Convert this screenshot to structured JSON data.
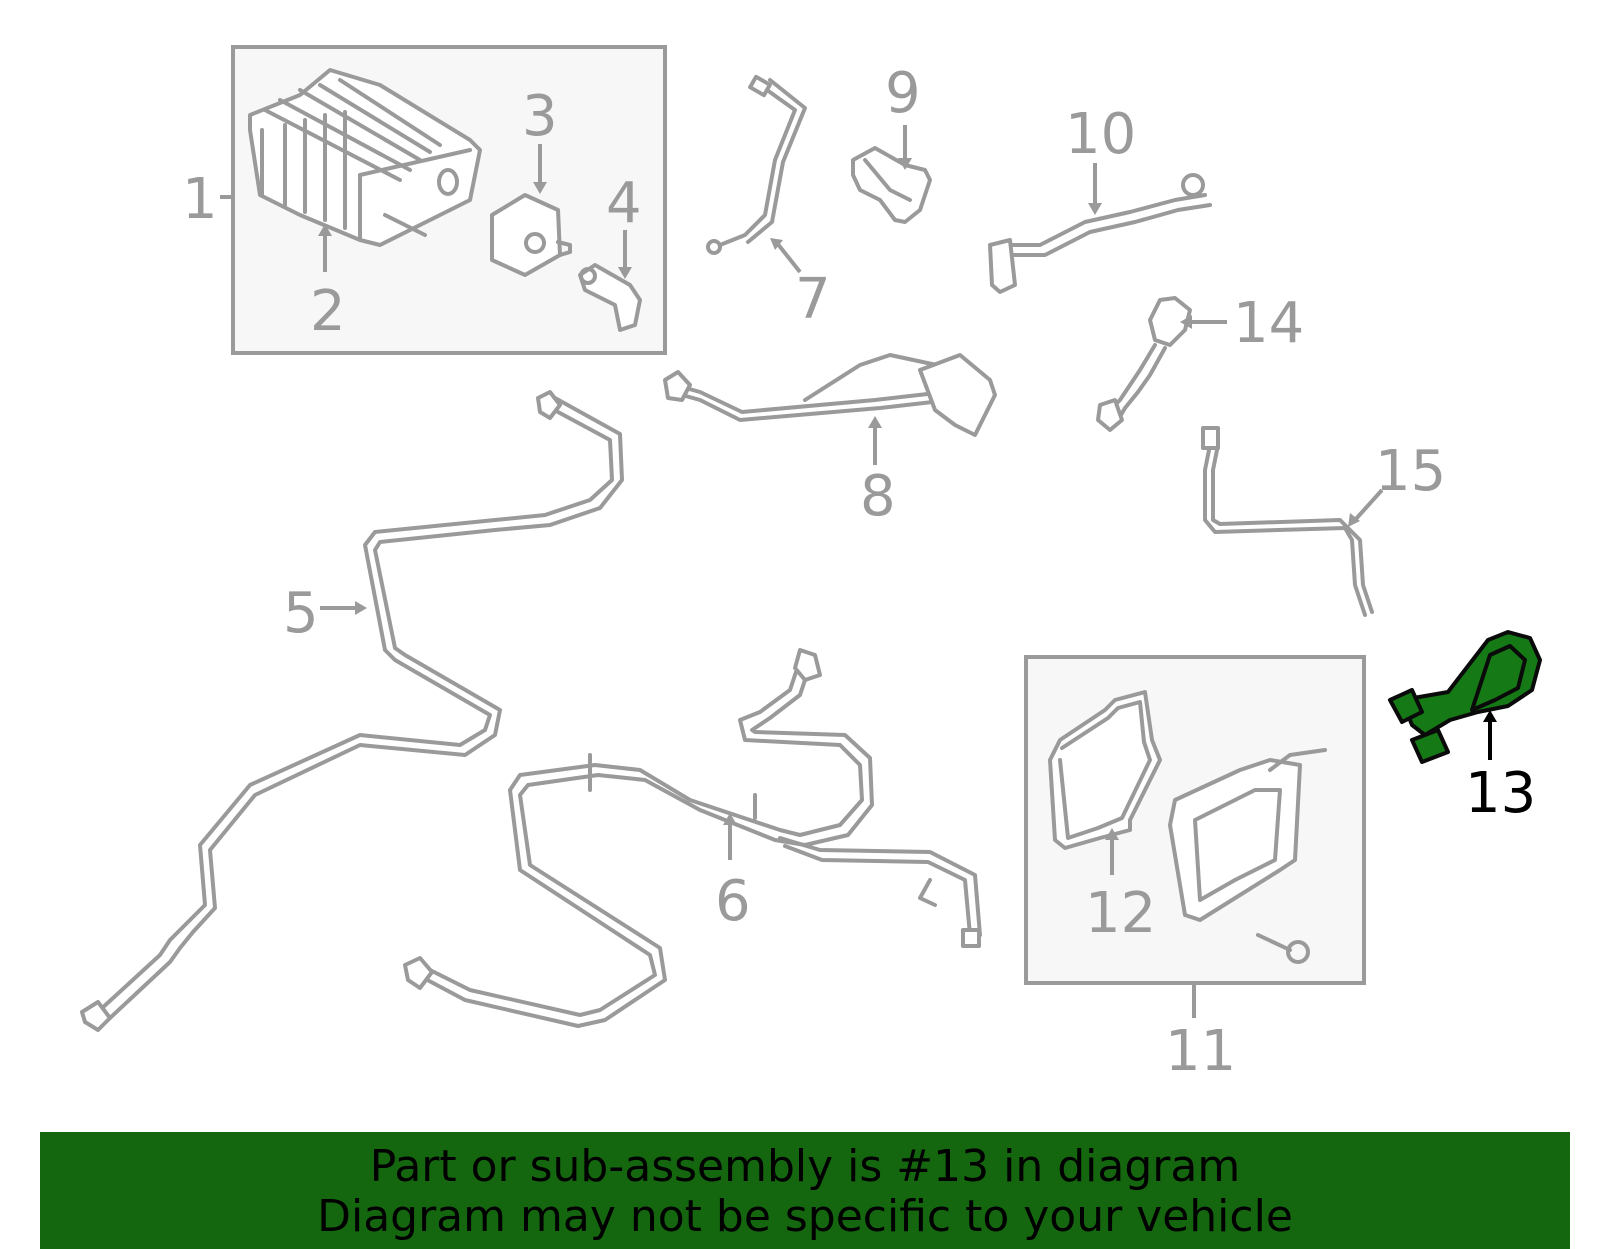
{
  "diagram": {
    "callouts": {
      "c1": "1",
      "c2": "2",
      "c3": "3",
      "c4": "4",
      "c5": "5",
      "c6": "6",
      "c7": "7",
      "c8": "8",
      "c9": "9",
      "c10": "10",
      "c11": "11",
      "c12": "12",
      "c13": "13",
      "c14": "14",
      "c15": "15"
    },
    "highlighted_part": "13",
    "highlight_color": "#157a15",
    "line_color": "#9a9a9a"
  },
  "banner": {
    "line1": "Part or sub-assembly is #13 in diagram",
    "line2": "Diagram may not be specific to your vehicle",
    "background": "#15670f"
  }
}
